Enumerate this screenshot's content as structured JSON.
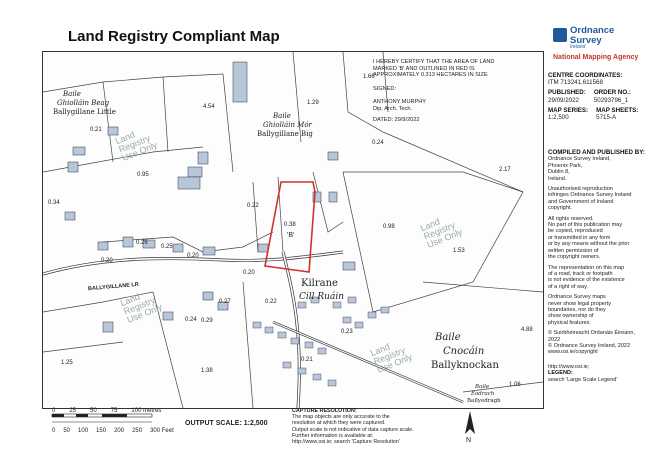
{
  "title": "Land Registry Compliant Map",
  "logo": {
    "line1": "Ordnance",
    "line2": "Survey",
    "line3": "Ireland",
    "tagline": "National Mapping Agency"
  },
  "certificate": {
    "text": "I HEREBY CERTIFY THAT THE AREA OF LAND MARKED 'B' AND OUTLINED IN RED IS APPROXIMATELY 0.313 HECTARES IN SIZE",
    "signed_label": "SIGNED:",
    "signer": "ANTHONY MURPHY",
    "qualification": "Dip. Arch. Tech.",
    "dated": "DATED: 29/9/2022"
  },
  "info": {
    "centre_label": "CENTRE COORDINATES:",
    "centre_value": "ITM  713241,611568",
    "published_label": "PUBLISHED:",
    "published_value": "29/09/2022",
    "order_label": "ORDER NO.:",
    "order_value": "50293796_1",
    "series_label": "MAP SERIES:",
    "series_value": "1:2,500",
    "sheets_label": "MAP SHEETS:",
    "sheets_value": "5715-A",
    "compiled_label": "COMPILED AND PUBLISHED BY:",
    "compiled_lines": [
      "Ordnance Survey Ireland,",
      "Phoenix Park,",
      "Dublin 8,",
      "Ireland."
    ],
    "copyright_notice": [
      "Unauthorised reproduction",
      "infringes Ordnance Survey Ireland",
      "and Government of Ireland",
      "copyright."
    ],
    "rights_lines": [
      "All rights reserved.",
      "No part of this publication may",
      "be copied, reproduced",
      "or transmitted in any form",
      "or by any means without the prior",
      "written permission of",
      "the copyright owners."
    ],
    "representation_lines": [
      "The representation on this map",
      "of a road, track or footpath",
      "is not evidence of the existence",
      "of a right of way."
    ],
    "boundary_lines": [
      "Ordnance Survey maps",
      "never show legal property",
      "boundaries, nor do they",
      "show ownership of",
      "physical features."
    ],
    "copyright_lines": [
      "© Suirbhéireacht Ordanáis Éireann,",
      "  2022",
      "© Ordnance Survey Ireland, 2022",
      "www.osi.ie/copyright"
    ],
    "legend_url": "http://www.osi.ie;",
    "legend_label": "LEGEND:",
    "legend_search": "search 'Large Scale Legend'"
  },
  "map": {
    "place_labels": [
      {
        "text": "Baile",
        "style": "italic"
      },
      {
        "text": "Ghiolláin Beag",
        "style": "italic"
      },
      {
        "text": "Ballygillane Little",
        "style": "normal"
      },
      {
        "text": "Baile",
        "style": "italic"
      },
      {
        "text": "Ghiolláin Mór",
        "style": "italic"
      },
      {
        "text": "Ballygillane Big",
        "style": "normal"
      }
    ],
    "kilrane": "Kilrane",
    "cill_ruain": "Cill Ruáin",
    "cnocain_1": "Baile",
    "cnocain_2": "Cnocáin",
    "cnocain_3": "Ballyknockan",
    "eadrach_1": "Baile",
    "eadrach_2": "Eadrach",
    "eadrach_3": "Ballyedragh",
    "road": "BALLYGILLANE LR",
    "parcel_label": "'B'",
    "watermark": [
      "Land",
      "Registry",
      "Use Only"
    ],
    "areas": [
      "0.21",
      "4.54",
      "1.29",
      "1.66",
      "0.95",
      "0.34",
      "0.22",
      "0.38",
      "0.24",
      "0.98",
      "2.17",
      "1.53",
      "0.20",
      "0.26",
      "0.25",
      "0.20",
      "0.20",
      "0.27",
      "0.24",
      "0.29",
      "0.22",
      "0.23",
      "0.21",
      "1.25",
      "1.38",
      "4.88",
      "1.06"
    ]
  },
  "scale": {
    "metres_ticks": [
      "0",
      "25",
      "50",
      "75",
      "100 metres"
    ],
    "feet_ticks": [
      "0",
      "50",
      "100",
      "150",
      "200",
      "250",
      "300 Feet"
    ],
    "output_scale": "OUTPUT SCALE: 1:2,500"
  },
  "capture": {
    "title": "CAPTURE RESOLUTION:",
    "lines": [
      "The map objects are only accurate to the",
      "resolution at which they were captured.",
      "Output scale is not indicative of data capture scale.",
      "Further information is available at:",
      "http://www.osi.ie; search 'Capture Resolution'"
    ]
  },
  "north": "N"
}
